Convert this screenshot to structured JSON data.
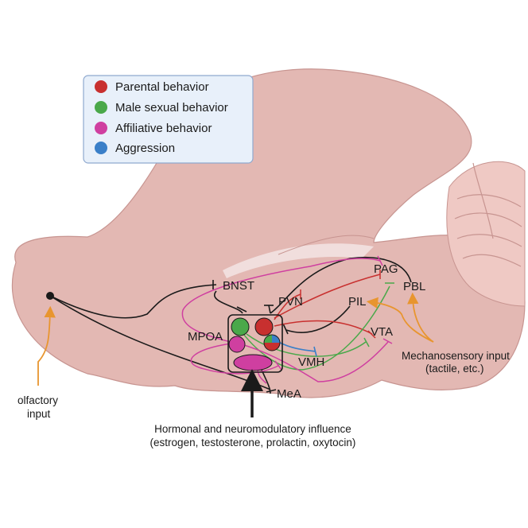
{
  "legend": {
    "items": [
      {
        "label": "Parental behavior",
        "color": "#c8302f"
      },
      {
        "label": "Male sexual behavior",
        "color": "#4aa84a"
      },
      {
        "label": "Affiliative behavior",
        "color": "#cf3fa0"
      },
      {
        "label": "Aggression",
        "color": "#3a7fc8"
      }
    ]
  },
  "regions": {
    "bnst": "BNST",
    "pvn": "PVN",
    "mpoa": "MPOA",
    "vmh": "VMH",
    "mea": "MeA",
    "pag": "PAG",
    "pbl": "PBL",
    "pil": "PIL",
    "vta": "VTA"
  },
  "notes": {
    "olfactory_line1": "olfactory",
    "olfactory_line2": "input",
    "mechano_line1": "Mechanosensory input",
    "mechano_line2": "(tactile, etc.)",
    "hormonal_line1": "Hormonal and neuromodulatory influence",
    "hormonal_line2": "(estrogen, testosterone, prolactin, oxytocin)"
  },
  "colors": {
    "brain": "#e3b8b3",
    "brain_outline": "#c79490",
    "cerebellum": "#efc9c4",
    "input_arrow": "#e8952f",
    "black_path": "#1a1a1a",
    "legend_bg": "#e8f0fa",
    "legend_border": "#8fa9cf"
  }
}
